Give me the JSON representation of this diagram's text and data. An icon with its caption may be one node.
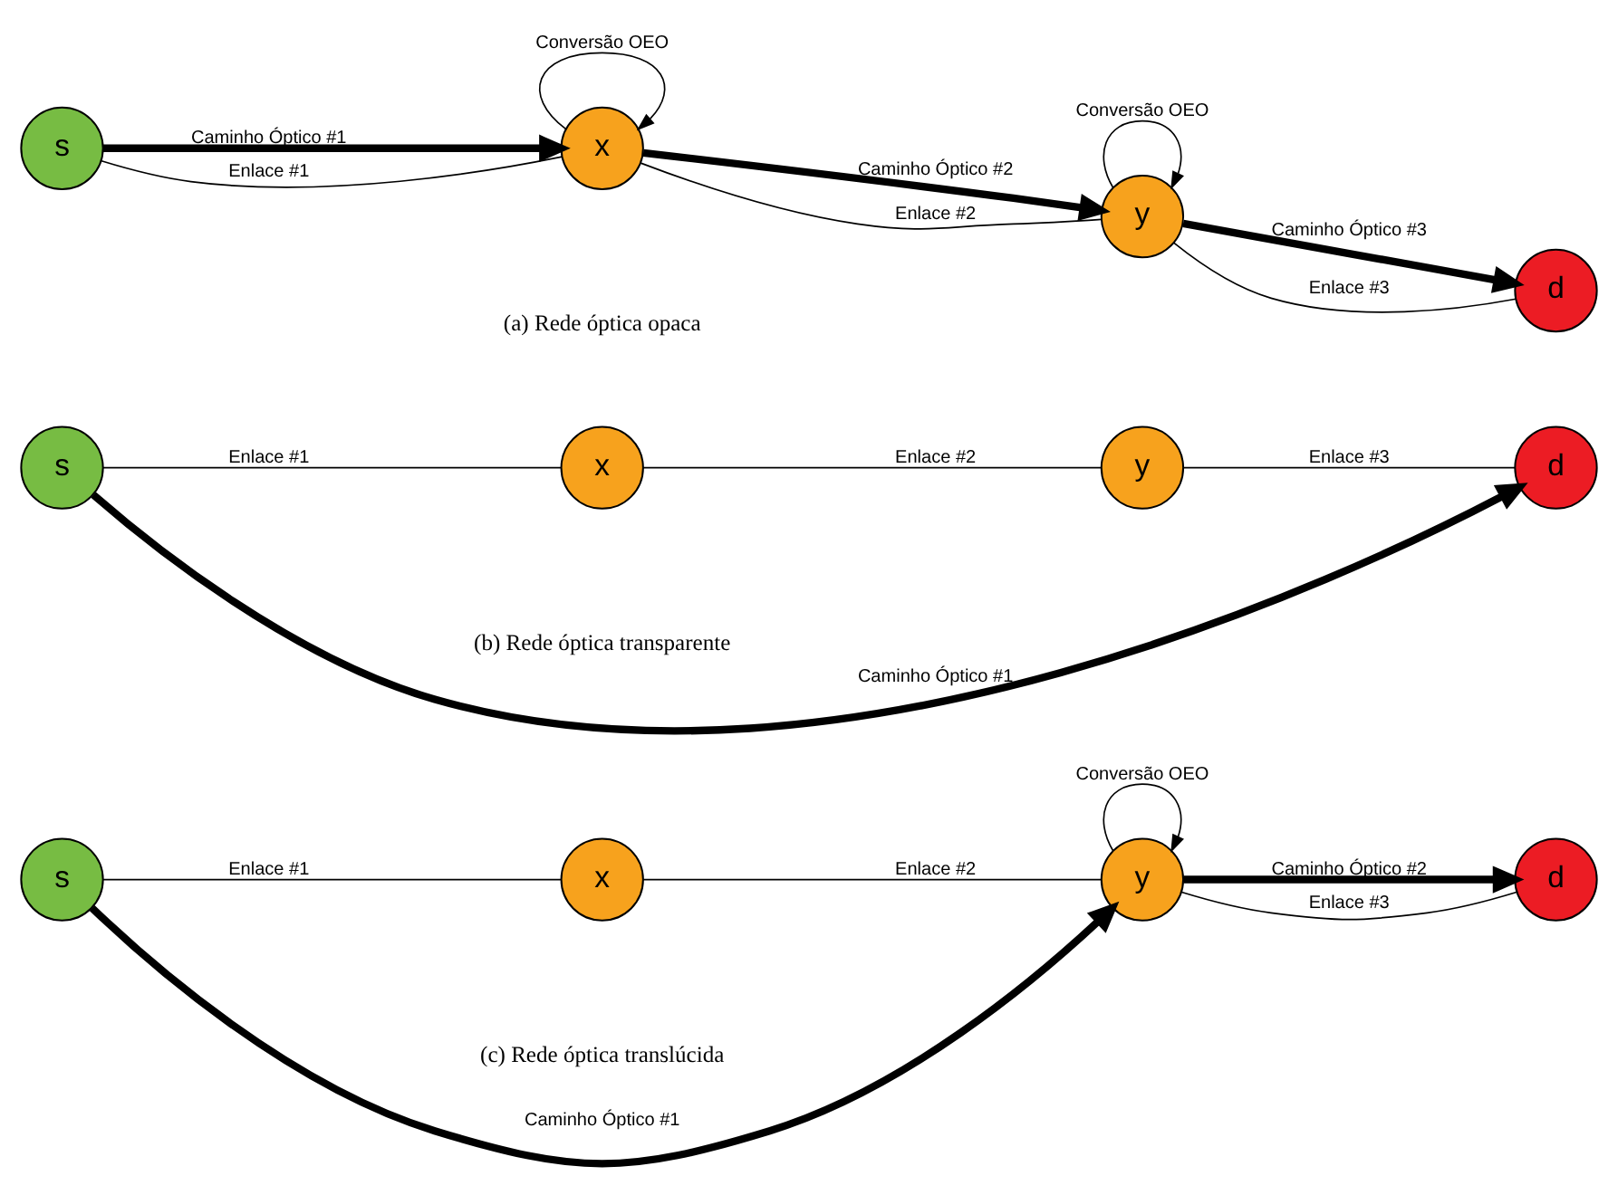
{
  "diagram": {
    "nodes": [
      {
        "text": [
          "s"
        ]
      },
      {
        "text": [
          "x"
        ]
      },
      {
        "text": [
          "y"
        ]
      },
      {
        "text": [
          "d"
        ]
      },
      {
        "text": [
          "s"
        ]
      },
      {
        "text": [
          "x"
        ]
      },
      {
        "text": [
          "y"
        ]
      },
      {
        "text": [
          "d"
        ]
      },
      {
        "text": [
          "s"
        ]
      },
      {
        "text": [
          "x"
        ]
      },
      {
        "text": [
          "y"
        ]
      },
      {
        "text": [
          "d"
        ]
      }
    ],
    "edges": [
      {
        "from": 0,
        "to": 1,
        "arrow": "to",
        "label": "Caminho Óptico #1",
        "style": "thick"
      },
      {
        "from": 0,
        "to": 1,
        "arrow": "none",
        "label": "Enlace #1"
      },
      {
        "from": 1,
        "to": 2,
        "arrow": "to",
        "label": "Caminho Óptico #2",
        "style": "thick"
      },
      {
        "from": 1,
        "to": 2,
        "arrow": "none",
        "label": "Enlace #2"
      },
      {
        "from": 2,
        "to": 3,
        "arrow": "to",
        "label": "Caminho Óptico #3",
        "style": "thick"
      },
      {
        "from": 2,
        "to": 3,
        "arrow": "none",
        "label": "Enlace #3"
      },
      {
        "from": 1,
        "to": 1,
        "arrow": "to",
        "label": "Conversão OEO"
      },
      {
        "from": 2,
        "to": 2,
        "arrow": "to",
        "label": "Conversão OEO"
      },
      {
        "from": 4,
        "to": 7,
        "arrow": "to",
        "label": "Caminho Óptico #1",
        "style": "thick"
      },
      {
        "from": 4,
        "to": 5,
        "arrow": "none",
        "label": "Enlace #1"
      },
      {
        "from": 5,
        "to": 6,
        "arrow": "none",
        "label": "Enlace #2"
      },
      {
        "from": 6,
        "to": 7,
        "arrow": "none",
        "label": "Enlace #3"
      },
      {
        "from": 8,
        "to": 10,
        "arrow": "to",
        "label": "Caminho Óptico #1",
        "style": "thick"
      },
      {
        "from": 10,
        "to": 11,
        "arrow": "to",
        "label": "Caminho Óptico #2",
        "style": "thick"
      },
      {
        "from": 8,
        "to": 9,
        "arrow": "none",
        "label": "Enlace #1"
      },
      {
        "from": 9,
        "to": 10,
        "arrow": "none",
        "label": "Enlace #2"
      },
      {
        "from": 10,
        "to": 11,
        "arrow": "none",
        "label": "Enlace #3"
      },
      {
        "from": 10,
        "to": 10,
        "arrow": "to",
        "label": "Conversão OEO"
      }
    ],
    "labels": [
      "(a) Rede óptica opaca",
      "(b) Rede óptica transparente",
      "(c) Rede óptica translúcida"
    ]
  }
}
